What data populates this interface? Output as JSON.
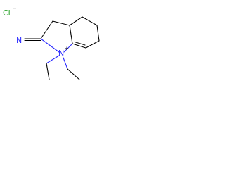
{
  "molecule": {
    "counterion": {
      "symbol": "Cl",
      "charge": "−"
    },
    "nitrile_nitrogen": "N",
    "ring_nitrogen": {
      "symbol": "N",
      "charge": "+"
    },
    "colors": {
      "bond": "#000000",
      "nitrogen": "#2a2aff",
      "chlorine": "#1f9e1f"
    }
  }
}
